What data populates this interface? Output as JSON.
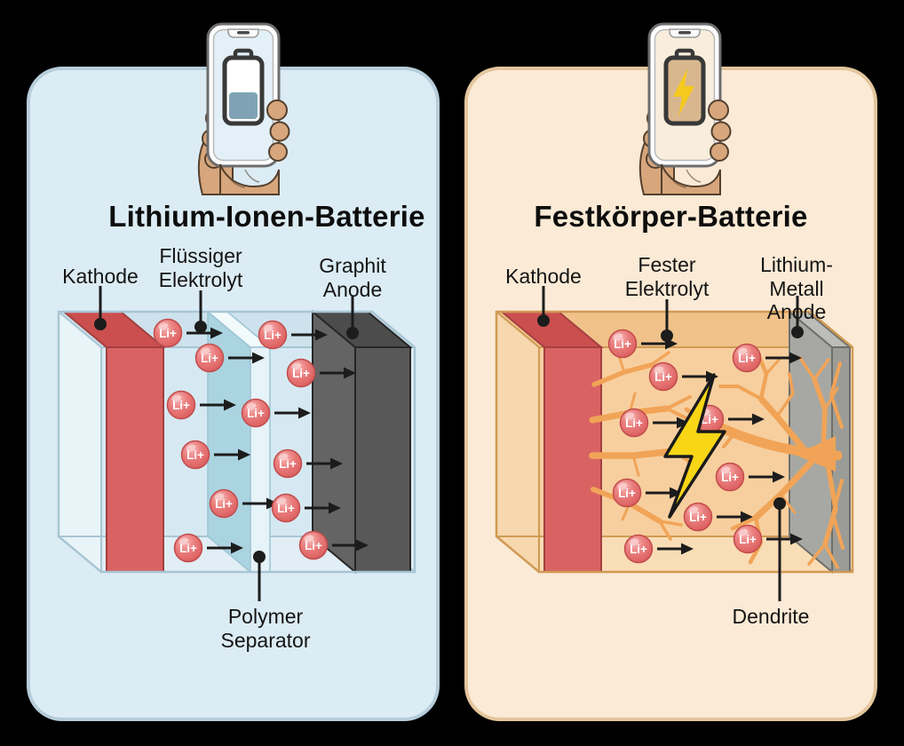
{
  "ion_symbol": "Li+",
  "panels": [
    {
      "title": "Lithium-Ionen-Batterie",
      "battery_icon": "battery-half",
      "labels": {
        "cathode": "Kathode",
        "electrolyte": "Flüssiger\nElektrolyt",
        "anode": "Graphit\nAnode",
        "annotation": "Polymer\nSeparator"
      },
      "ions": [
        [
          155,
          296
        ],
        [
          202,
          324
        ],
        [
          273,
          298
        ],
        [
          305,
          341
        ],
        [
          170,
          377
        ],
        [
          254,
          386
        ],
        [
          186,
          433
        ],
        [
          290,
          443
        ],
        [
          218,
          488
        ],
        [
          288,
          493
        ],
        [
          178,
          538
        ],
        [
          319,
          535
        ]
      ]
    },
    {
      "title": "Festkörper-Batterie",
      "battery_icon": "battery-charged-lightning",
      "labels": {
        "cathode": "Kathode",
        "electrolyte": "Fester\nElektrolyt",
        "anode": "Lithium-Metall\nAnode",
        "annotation": "Dendrite"
      },
      "ions": [
        [
          174,
          308
        ],
        [
          220,
          345
        ],
        [
          314,
          324
        ],
        [
          187,
          397
        ],
        [
          272,
          393
        ],
        [
          295,
          458
        ],
        [
          179,
          476
        ],
        [
          259,
          503
        ],
        [
          315,
          528
        ],
        [
          192,
          539
        ]
      ]
    }
  ],
  "colors": {
    "panel_left_bg": "#dcecf4",
    "panel_left_border": "#b7cdda",
    "panel_right_bg": "#faead6",
    "panel_right_border": "#e4c69e",
    "cathode_red": "#d96363",
    "cathode_red_dark": "#cc4f4f",
    "cathode_outline": "#a43f3f",
    "anode_graphite": "#585858",
    "anode_graphite_light": "#646464",
    "anode_graphite_top": "#4c4c4c",
    "anode_graphite_outline": "#262626",
    "anode_metal": "#a7a8a3",
    "anode_metal_front": "#9b9c98",
    "anode_metal_top": "#bcbcb8",
    "anode_metal_outline": "#6f6f6a",
    "separator_blue": "#abd4e1",
    "electrolyte_liquid": "#d6e9f2",
    "box_left_outline": "#a8c5d4",
    "electrolyte_solid": "#f7cf9f",
    "box_right_outline": "#d09a55",
    "ion_red": "#ea7c7c",
    "ion_outline": "#c24c4c",
    "dendrite_orange": "#f1a457",
    "bolt_yellow": "#f8d616",
    "ink": "#1c1c1c",
    "skin": "#d7a67c",
    "battery_level_blue": "#7fa3b5",
    "battery_full_tan": "#d9b78e",
    "battery_bolt_yellow": "#f6c91e"
  }
}
